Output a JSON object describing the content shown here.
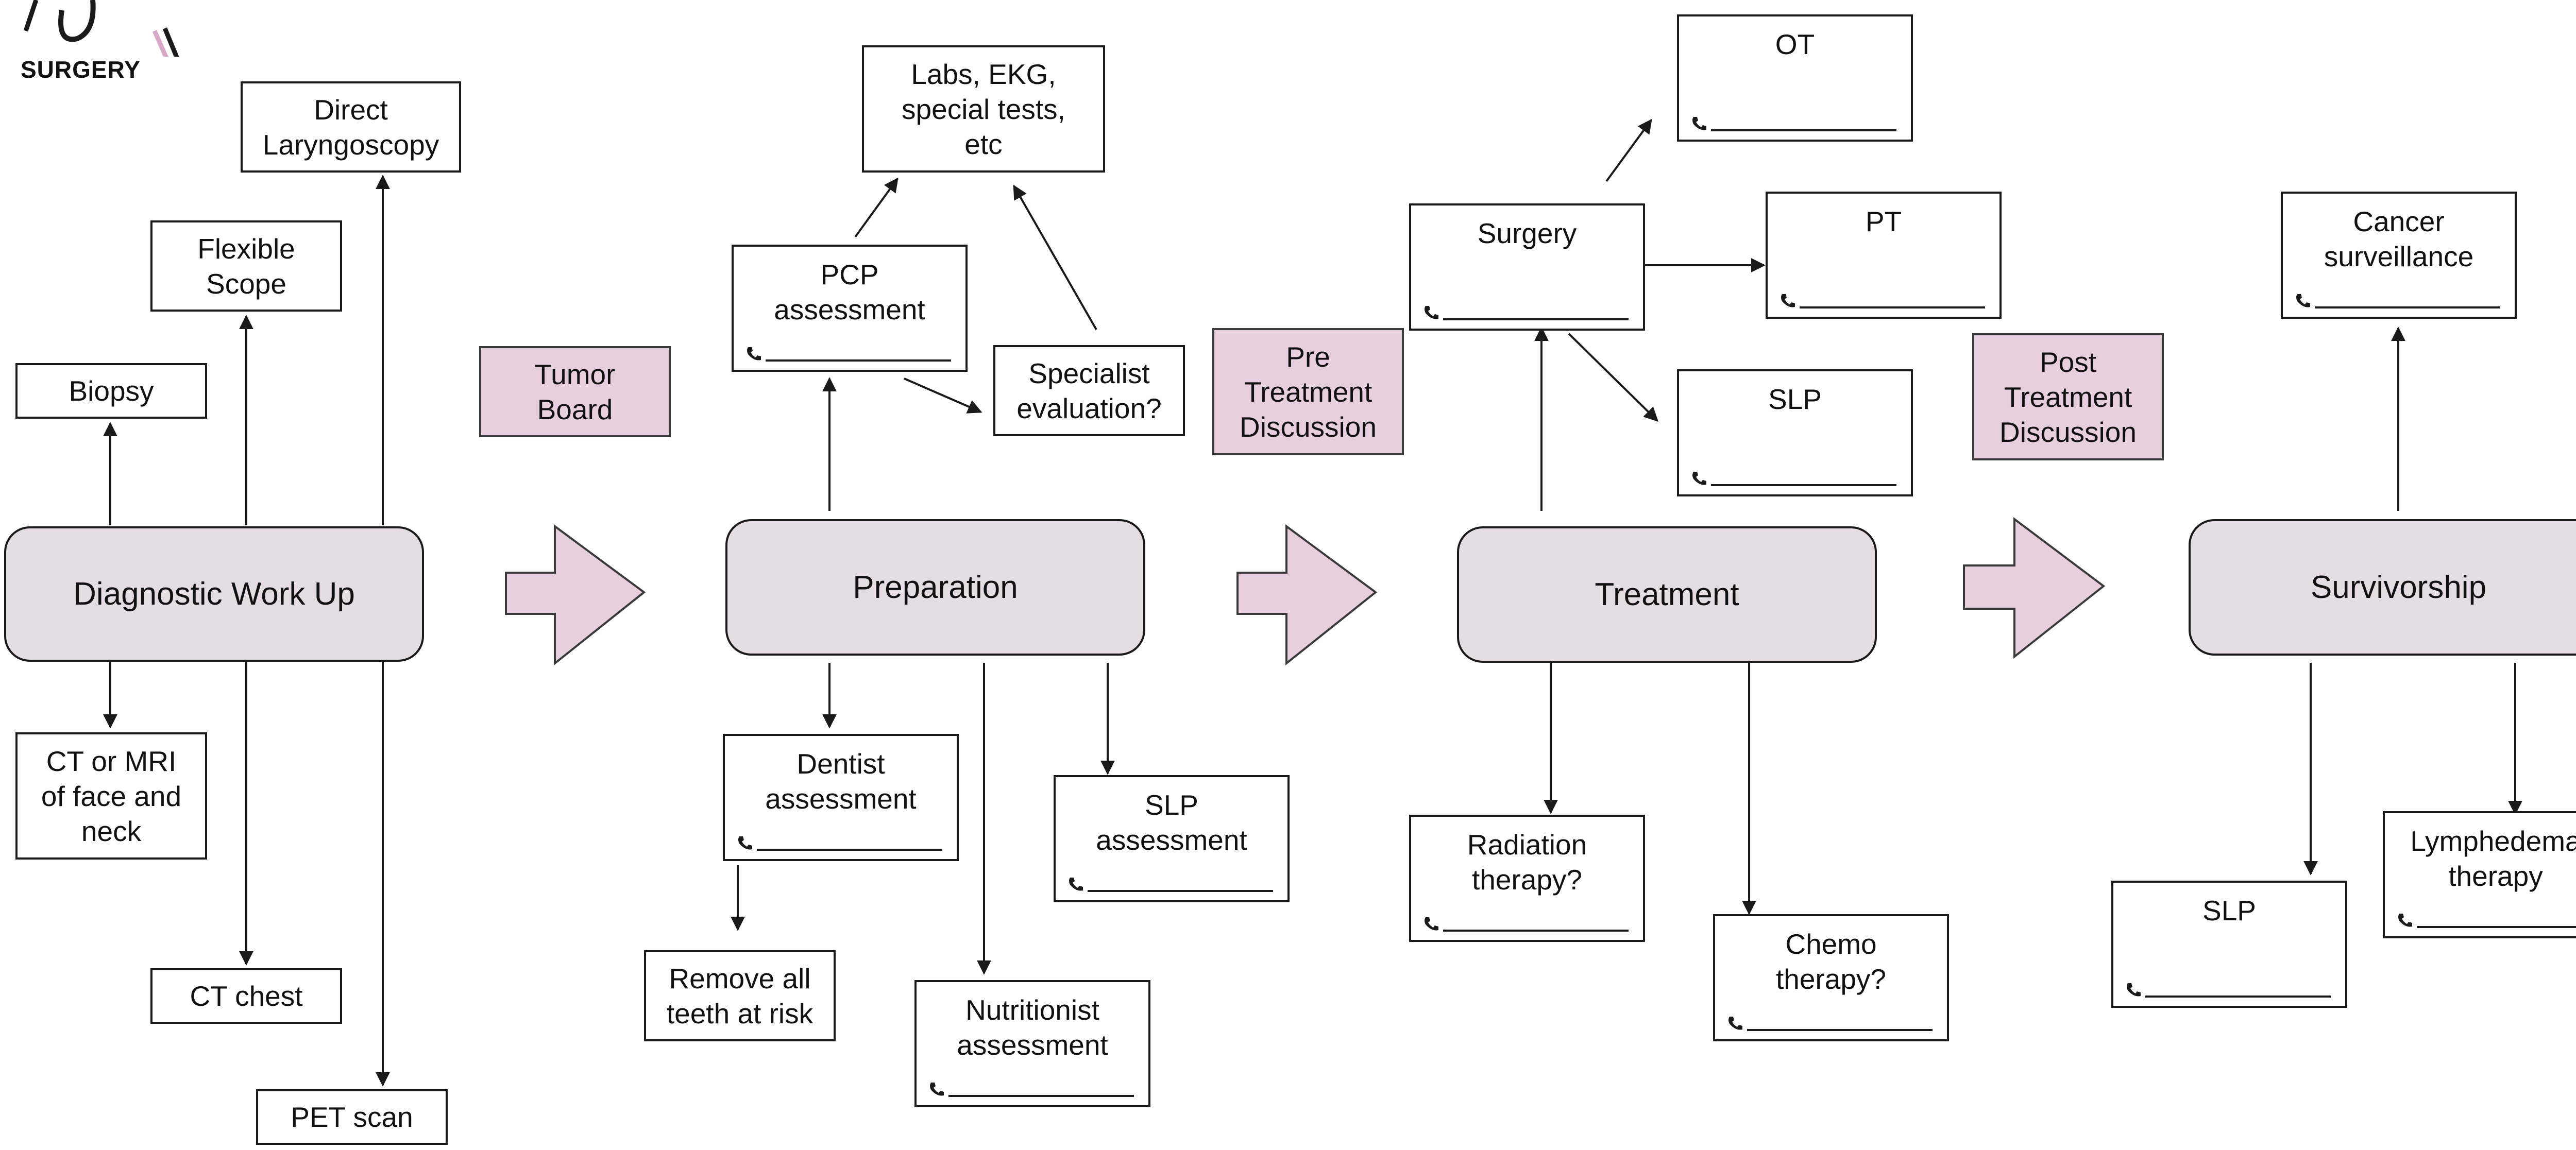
{
  "logo": {
    "text": "SURGERY"
  },
  "phases": {
    "diagnostic": "Diagnostic Work Up",
    "preparation": "Preparation",
    "treatment": "Treatment",
    "survivorship": "Survivorship"
  },
  "discussions": {
    "tumor_board": "Tumor\nBoard",
    "pre_treatment": "Pre\nTreatment\nDiscussion",
    "post_treatment": "Post\nTreatment\nDiscussion"
  },
  "diagnostic": {
    "biopsy": "Biopsy",
    "flexible_scope": "Flexible\nScope",
    "direct_laryngoscopy": "Direct\nLaryngoscopy",
    "ct_mri": "CT or MRI\nof face and\nneck",
    "ct_chest": "CT chest",
    "pet_scan": "PET scan"
  },
  "preparation": {
    "labs": "Labs, EKG,\nspecial tests,\netc",
    "pcp": "PCP\nassessment",
    "specialist": "Specialist\nevaluation?",
    "dentist": "Dentist\nassessment",
    "remove_teeth": "Remove all\nteeth at risk",
    "nutritionist": "Nutritionist\nassessment",
    "slp_assessment": "SLP\nassessment"
  },
  "treatment": {
    "surgery": "Surgery",
    "ot": "OT",
    "pt": "PT",
    "slp": "SLP",
    "radiation": "Radiation\ntherapy?",
    "chemo": "Chemo\ntherapy?"
  },
  "survivorship": {
    "cancer_surveillance": "Cancer\nsurveillance",
    "slp": "SLP",
    "lymphedema": "Lymphedema\ntherapy"
  },
  "colors": {
    "phase_fill": "#e6dde4",
    "accent_fill": "#e8cfe0",
    "stroke": "#1a1a1a"
  }
}
